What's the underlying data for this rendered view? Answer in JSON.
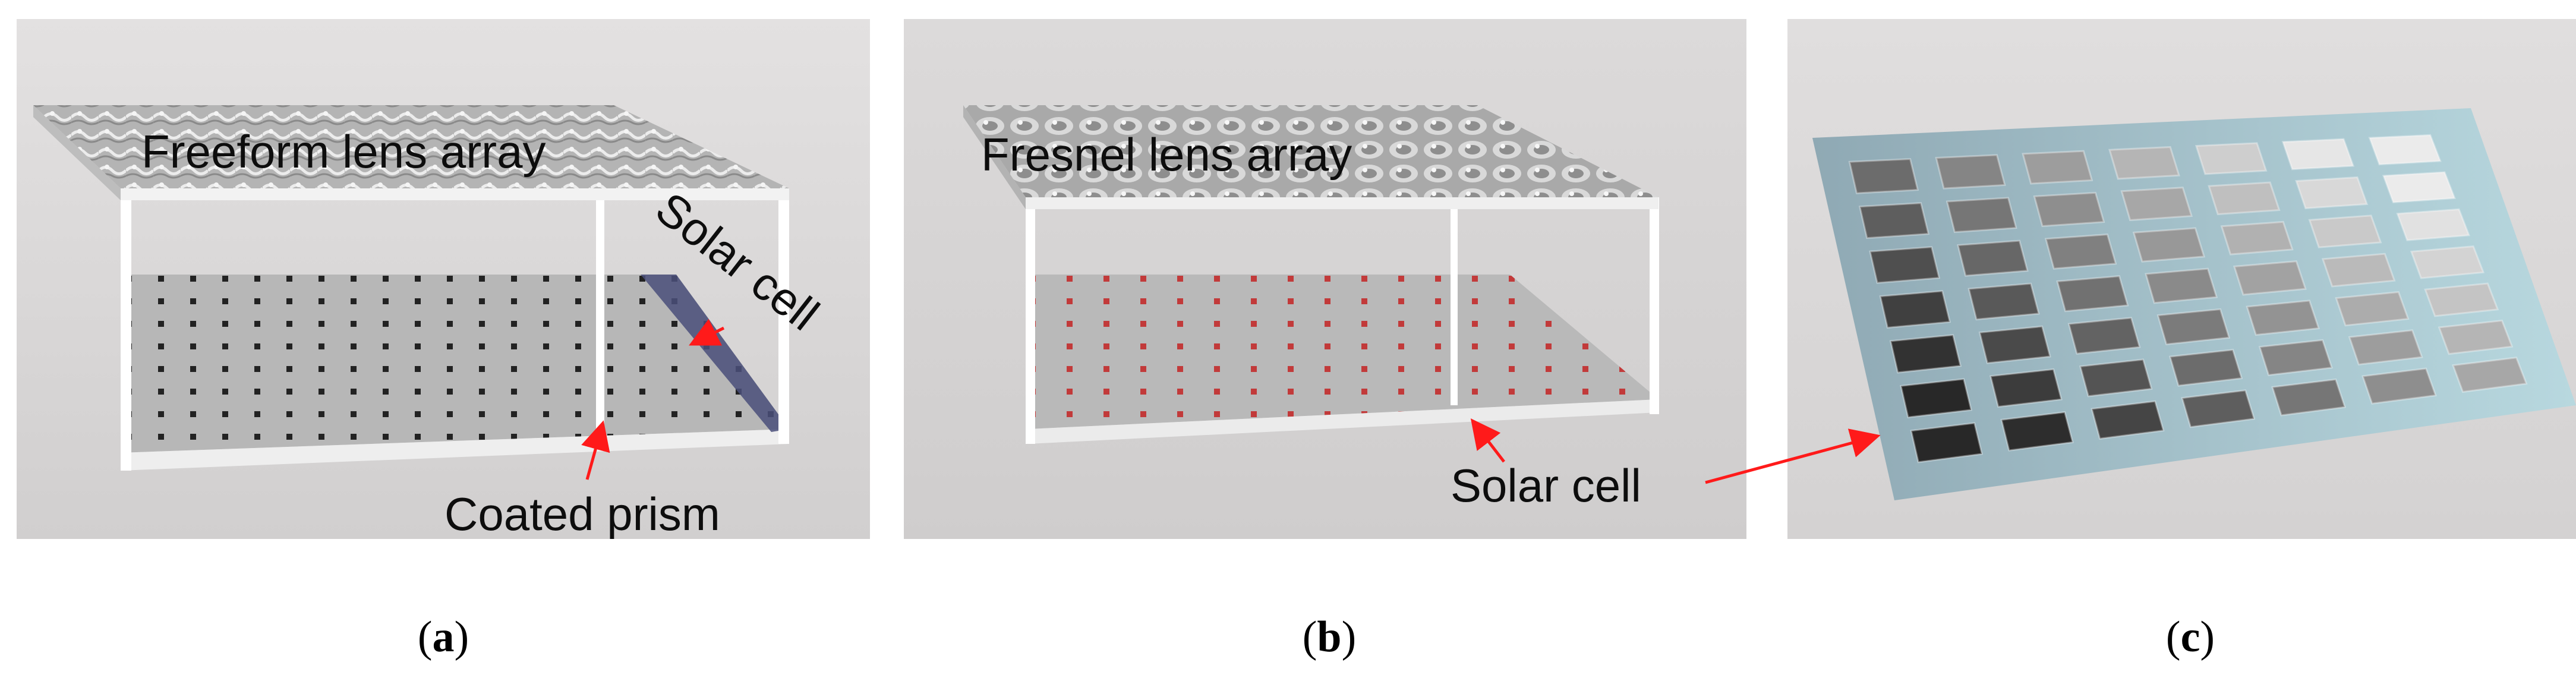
{
  "panels": [
    {
      "id": "a",
      "caption_letter": "a",
      "labels": {
        "top": "Freeform lens array",
        "side": "Solar cell",
        "bottom": "Coated prism"
      }
    },
    {
      "id": "b",
      "caption_letter": "b",
      "labels": {
        "top": "Fresnel lens array",
        "bottom": "Solar cell"
      }
    },
    {
      "id": "c",
      "caption_letter": "c",
      "labels": {}
    }
  ],
  "colors": {
    "panel_bg": "#d6d4d4",
    "arrow": "#ff1a1a",
    "frame": "#ffffff",
    "sheet": "#a9c8d0"
  }
}
